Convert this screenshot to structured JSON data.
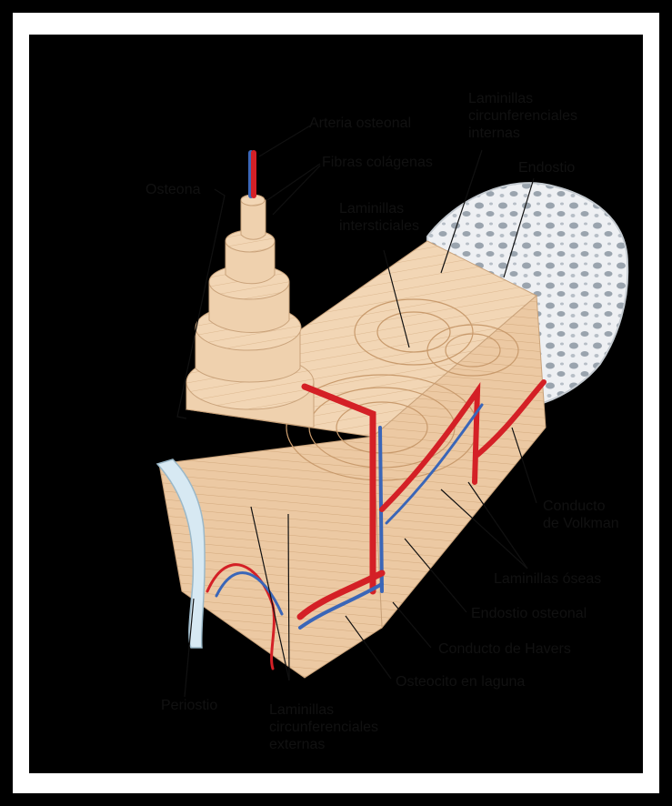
{
  "labels": {
    "arteria_osteonal": "Arteria osteonal",
    "fibras_colagenas": "Fibras colágenas",
    "osteona": "Osteona",
    "lam_circ_int_1": "Laminillas",
    "lam_circ_int_2": "circunferenciales",
    "lam_circ_int_3": "internas",
    "endostio": "Endostio",
    "lam_inter_1": "Laminillas",
    "lam_inter_2": "intersticiales",
    "conducto_volkman_1": "Conducto",
    "conducto_volkman_2": "de Volkman",
    "laminillas_oseas": "Laminillas óseas",
    "endostio_osteonal": "Endostio osteonal",
    "conducto_havers": "Conducto de Havers",
    "osteocito": "Osteocito en laguna",
    "periostio": "Periostio",
    "lam_circ_ext_1": "Laminillas",
    "lam_circ_ext_2": "circunferenciales",
    "lam_circ_ext_3": "externas"
  },
  "colors": {
    "bone": "#f2d6b5",
    "bone_dark": "#d9b48c",
    "artery": "#d42026",
    "vein": "#3a66b8",
    "spongy": "#dfe3e8",
    "periosteum": "#d7e9f3"
  }
}
